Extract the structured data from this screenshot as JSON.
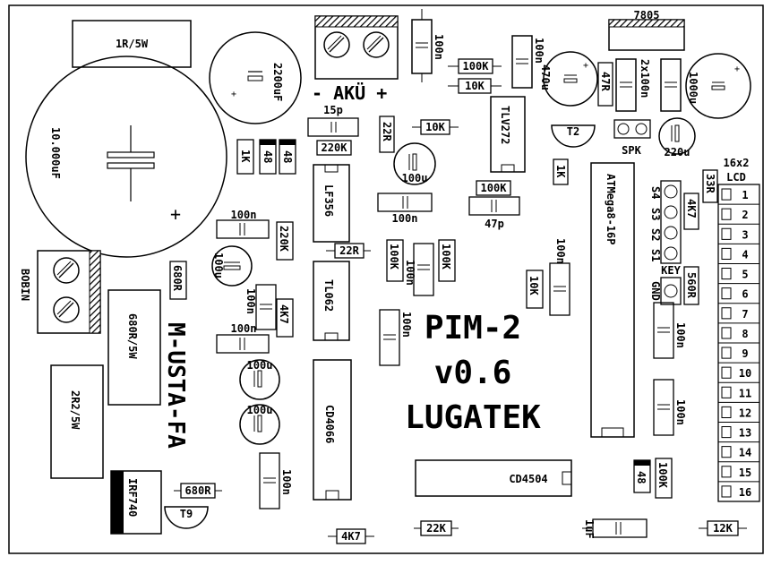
{
  "board": {
    "title": "PIM-2",
    "version": "v0.6",
    "maker": "LUGATEK",
    "side_text": "M-USTA-FA"
  },
  "connectors": {
    "battery": "- AKÜ +",
    "coil": "BOBIN",
    "lcd_header": "16x2",
    "lcd_sub": "LCD",
    "speaker": "SPK",
    "key": "KEY",
    "gnd": "GND"
  },
  "pins": [
    "1",
    "2",
    "3",
    "4",
    "5",
    "6",
    "7",
    "8",
    "9",
    "10",
    "11",
    "12",
    "13",
    "14",
    "15",
    "16"
  ],
  "switches": [
    "S4",
    "S3",
    "S2",
    "S1"
  ],
  "components": {
    "r_1r5w": "1R/5W",
    "c_10000u": "10.000uF",
    "c_2200u": "2200uF",
    "c_100n_top": "100n",
    "r_100k_a": "100K",
    "r_10k_a": "10K",
    "c_100n_b": "100n",
    "c_470u": "470u",
    "r_47r": "47R",
    "reg_7805": "7805",
    "c_2x100n": "2x100n",
    "c_1000u": "1000u",
    "c_15p": "15p",
    "r_220k_a": "220K",
    "r_22r_a": "22R",
    "r_10k_b": "10K",
    "u_tlv272": "TLV272",
    "t2": "T2",
    "c_220u": "220u",
    "r_1k_a": "1K",
    "r_48_a": "48",
    "r_48_b": "48",
    "c_100u_a": "100u",
    "u_lf356": "LF356",
    "c_100n_c": "100n",
    "r_100k_b": "100K",
    "c_47p": "47p",
    "u_atmega": "ATMega8-16P",
    "r_1k_b": "1K",
    "r_33r": "33R",
    "r_4k7_a": "4K7",
    "c_100n_d": "100n",
    "r_220k_b": "220K",
    "c_100u_b": "100u",
    "r_22r_b": "22R",
    "r_680r_a": "680R",
    "u_tl062": "TL062",
    "r_100k_c": "100K",
    "c_100n_e": "100n",
    "r_100k_d": "100K",
    "c_100n_f": "100n",
    "r_10k_c": "10K",
    "r_560r": "560R",
    "r_680r5w": "680R/5W",
    "c_100n_g": "100n",
    "r_4k7_b": "4K7",
    "c_100n_h": "100n",
    "c_100n_i": "100n",
    "c_100n_j": "100n",
    "r_2r25w": "2R2/5W",
    "c_100u_c": "100u",
    "c_100u_d": "100u",
    "u_cd4066": "CD4066",
    "c_100n_k": "100n",
    "u_cd4504": "CD4504",
    "r_48_c": "48",
    "r_100k_e": "100K",
    "q_irf740": "IRF740",
    "r_680r_b": "680R",
    "t9": "T9",
    "c_100n_l": "100n",
    "r_4k7_c": "4K7",
    "r_22k": "22K",
    "c_1uf": "1uF",
    "r_12k": "12K"
  }
}
